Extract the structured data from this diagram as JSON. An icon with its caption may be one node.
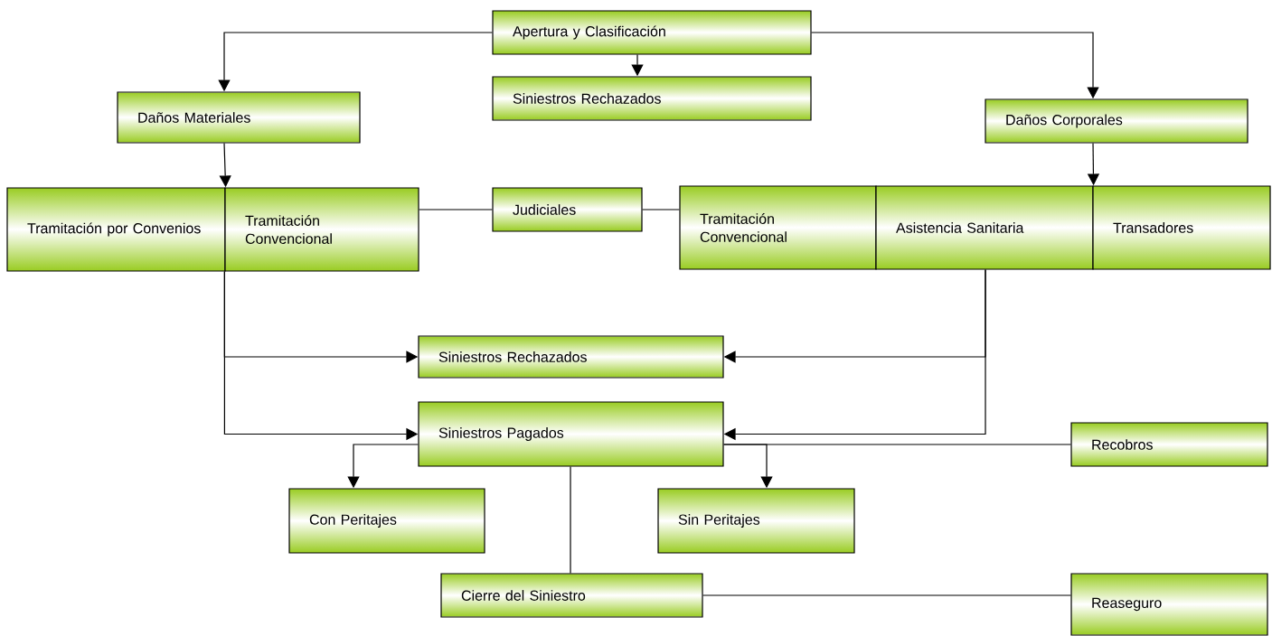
{
  "diagram": {
    "nodes": [
      {
        "text": [
          "Apertura y Clasificación"
        ]
      },
      {
        "text": [
          "Siniestros Rechazados"
        ]
      },
      {
        "text": [
          "Daños Materiales"
        ]
      },
      {
        "text": [
          "Daños Corporales"
        ]
      },
      {
        "text": [
          "Tramitación por Convenios"
        ]
      },
      {
        "text": [
          "Tramitación Convencional"
        ]
      },
      {
        "text": [
          "Judiciales"
        ]
      },
      {
        "text": [
          "Tramitación Convencional"
        ]
      },
      {
        "text": [
          "Asistencia Sanitaria"
        ]
      },
      {
        "text": [
          "Transadores"
        ]
      },
      {
        "text": [
          "Siniestros Rechazados"
        ]
      },
      {
        "text": [
          "Siniestros Pagados"
        ]
      },
      {
        "text": [
          "Recobros"
        ]
      },
      {
        "text": [
          "Con Peritajes"
        ]
      },
      {
        "text": [
          "Sin Peritajes"
        ]
      },
      {
        "text": [
          "Cierre del Siniestro"
        ]
      },
      {
        "text": [
          "Reaseguro"
        ]
      }
    ],
    "edges": [
      {
        "from": 0,
        "to": 2,
        "arrow": "to"
      },
      {
        "from": 0,
        "to": 1,
        "arrow": "to"
      },
      {
        "from": 0,
        "to": 3,
        "arrow": "to"
      },
      {
        "from": 2,
        "to": 4,
        "arrow": "to"
      },
      {
        "from": 3,
        "to": 8,
        "arrow": "to"
      },
      {
        "from": 5,
        "to": 6,
        "arrow": "none"
      },
      {
        "from": 6,
        "to": 7,
        "arrow": "none"
      },
      {
        "from": 5,
        "to": 10,
        "arrow": "to"
      },
      {
        "from": 5,
        "to": 11,
        "arrow": "to"
      },
      {
        "from": 8,
        "to": 10,
        "arrow": "to"
      },
      {
        "from": 8,
        "to": 11,
        "arrow": "to"
      },
      {
        "from": 11,
        "to": 13,
        "arrow": "to"
      },
      {
        "from": 11,
        "to": 14,
        "arrow": "to"
      },
      {
        "from": 11,
        "to": 12,
        "arrow": "none"
      },
      {
        "from": 11,
        "to": 15,
        "arrow": "none"
      },
      {
        "from": 15,
        "to": 16,
        "arrow": "none"
      }
    ]
  }
}
